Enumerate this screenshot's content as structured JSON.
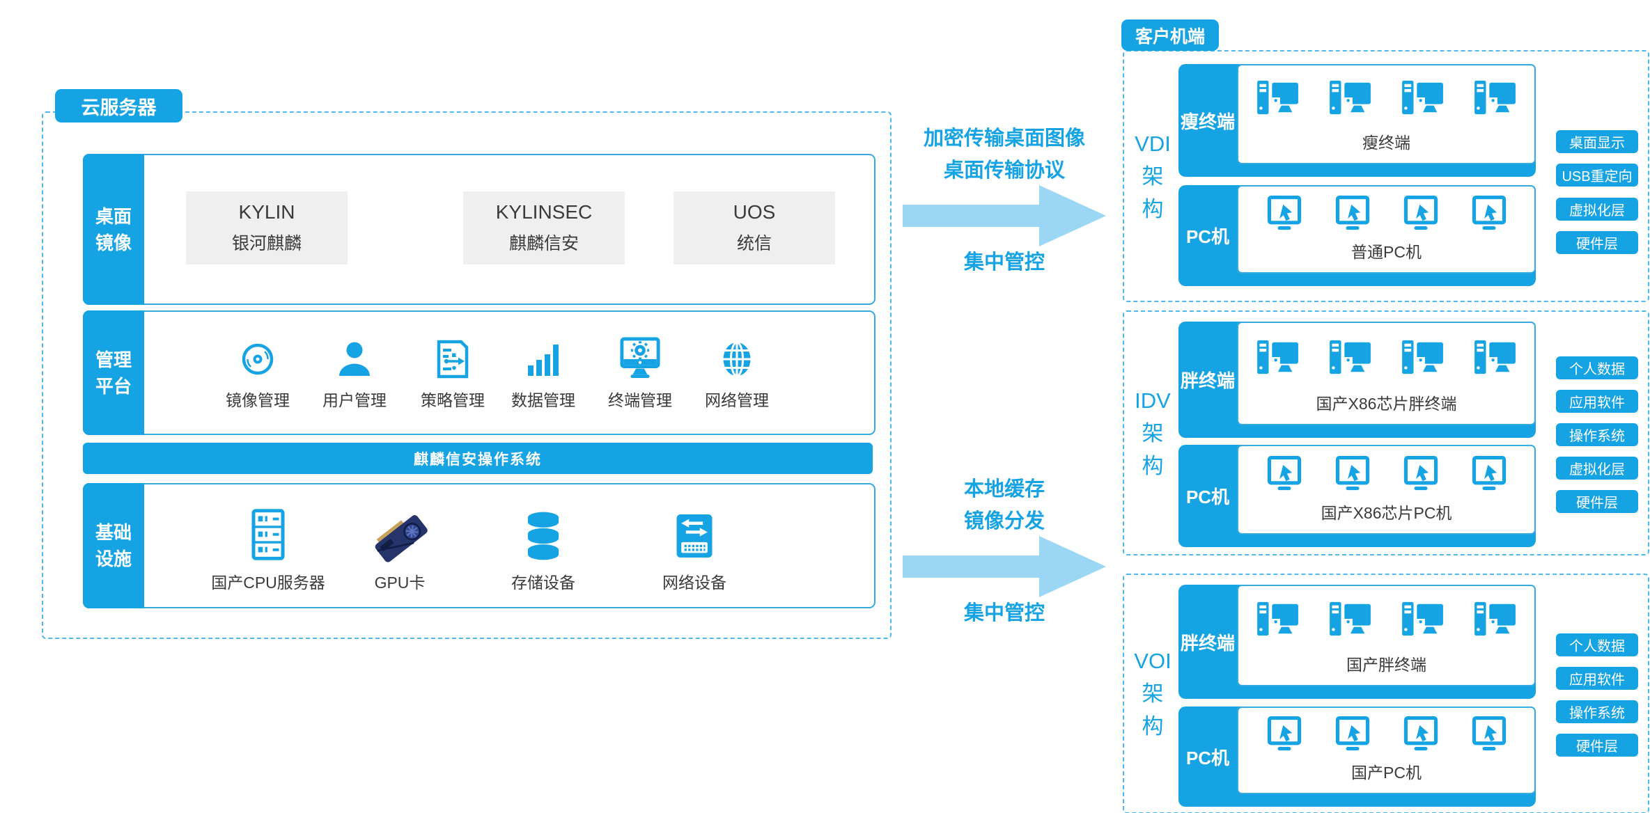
{
  "palette": {
    "primary_blue": "#16a3e4",
    "light_arrow_blue": "#9bd7f5",
    "dashed_border": "#4db8ec",
    "card_grey": "#efefef",
    "text_dark": "#3a3a3a"
  },
  "cloud": {
    "tag": "云服务器",
    "desktop_row": {
      "tab_lines": [
        "桌面",
        "镜像"
      ],
      "cards": [
        {
          "title": "KYLIN",
          "subtitle": "银河麒麟"
        },
        {
          "title": "KYLINSEC",
          "subtitle": "麒麟信安"
        },
        {
          "title": "UOS",
          "subtitle": "统信"
        }
      ]
    },
    "mgmt_row": {
      "tab_lines": [
        "管理",
        "平台"
      ],
      "items": [
        {
          "icon": "disc-icon",
          "label": "镜像管理"
        },
        {
          "icon": "user-icon",
          "label": "用户管理"
        },
        {
          "icon": "policy-document-icon",
          "label": "策略管理"
        },
        {
          "icon": "bar-chart-icon",
          "label": "数据管理"
        },
        {
          "icon": "terminal-gear-icon",
          "label": "终端管理"
        },
        {
          "icon": "globe-icon",
          "label": "网络管理"
        }
      ]
    },
    "os_bar": "麒麟信安操作系统",
    "infra_row": {
      "tab_lines": [
        "基础",
        "设施"
      ],
      "items": [
        {
          "icon": "server-rack-icon",
          "label": "国产CPU服务器"
        },
        {
          "icon": "gpu-card-icon",
          "label": "GPU卡"
        },
        {
          "icon": "storage-disks-icon",
          "label": "存储设备"
        },
        {
          "icon": "network-switch-icon",
          "label": "网络设备"
        }
      ]
    }
  },
  "flows": [
    {
      "line1": "加密传输桌面图像",
      "line2": "桌面传输协议",
      "below": "集中管控"
    },
    {
      "line1": "本地缓存",
      "line2": "镜像分发",
      "below": "集中管控"
    }
  ],
  "client": {
    "tag": "客户机端",
    "sections": [
      {
        "arch": [
          "VDI",
          "架",
          "构"
        ],
        "rows": [
          {
            "tab": "瘦终端",
            "caption": "瘦终端",
            "icon": "desktop-pc-icon"
          },
          {
            "tab": "PC机",
            "caption": "普通PC机",
            "icon": "monitor-cursor-icon"
          }
        ],
        "pills": [
          "桌面显示",
          "USB重定向",
          "虚拟化层",
          "硬件层"
        ]
      },
      {
        "arch": [
          "IDV",
          "架",
          "构"
        ],
        "rows": [
          {
            "tab": "胖终端",
            "caption": "国产X86芯片胖终端",
            "icon": "desktop-pc-icon"
          },
          {
            "tab": "PC机",
            "caption": "国产X86芯片PC机",
            "icon": "monitor-cursor-icon"
          }
        ],
        "pills": [
          "个人数据",
          "应用软件",
          "操作系统",
          "虚拟化层",
          "硬件层"
        ]
      },
      {
        "arch": [
          "VOI",
          "架",
          "构"
        ],
        "rows": [
          {
            "tab": "胖终端",
            "caption": "国产胖终端",
            "icon": "desktop-pc-icon"
          },
          {
            "tab": "PC机",
            "caption": "国产PC机",
            "icon": "monitor-cursor-icon"
          }
        ],
        "pills": [
          "个人数据",
          "应用软件",
          "操作系统",
          "硬件层"
        ]
      }
    ]
  }
}
